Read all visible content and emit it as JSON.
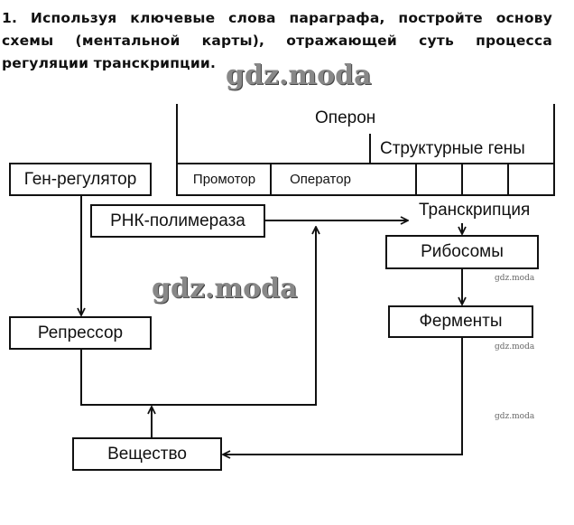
{
  "task": {
    "text": "1. Используя ключевые слова параграфа, постройте основу схемы (ментальной карты), отражающей суть процесса регуляции транскрипции."
  },
  "diagram": {
    "operon": "Оперон",
    "structural_genes": "Структурные гены",
    "promoter": "Промотор",
    "operator": "Оператор",
    "regulator_gene": "Ген-регулятор",
    "rna_polymerase": "РНК-полимераза",
    "transcription": "Транскрипция",
    "ribosomes": "Рибосомы",
    "enzymes": "Ферменты",
    "repressor": "Репрессор",
    "substance": "Вещество"
  },
  "watermark": "gdz.moda"
}
